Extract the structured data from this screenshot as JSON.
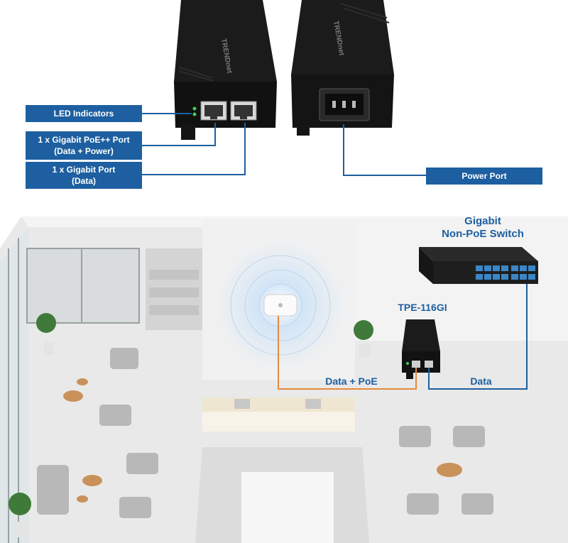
{
  "callouts": {
    "led": "LED Indicators",
    "poe_port_line1": "1 x Gigabit PoE++ Port",
    "poe_port_line2": "(Data + Power)",
    "gig_port_line1": "1 x Gigabit Port",
    "gig_port_line2": "(Data)",
    "power_port": "Power Port"
  },
  "device": {
    "brand": "TRENDnet"
  },
  "scene": {
    "switch_title_line1": "Gigabit",
    "switch_title_line2": "Non-PoE Switch",
    "injector_model": "TPE-116GI",
    "data_poe_label": "Data + PoE",
    "data_label": "Data"
  },
  "colors": {
    "label_bg": "#1d5fa0",
    "label_text": "#ffffff",
    "diagram_text": "#1d5fa0",
    "poe_link": "#e8893a",
    "data_link": "#1d5fa0",
    "led_green": "#39d353"
  }
}
